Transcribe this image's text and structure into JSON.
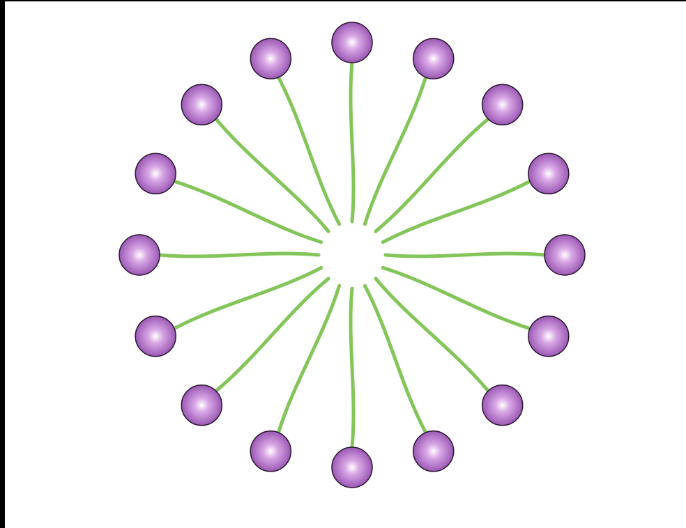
{
  "diagram": {
    "type": "micelle",
    "molecule_count": 16,
    "colors": {
      "background": "#ffffff",
      "frame": "#000000",
      "head_light": "#ffffff",
      "head_mid": "#d9a7e6",
      "head_dark": "#9a58b3",
      "head_outline": "#2b1733",
      "tail": "#84c55a"
    },
    "parts": {
      "head": "hydrophilic-head",
      "tail": "hydrophobic-tail",
      "core": "hydrophobic-core"
    }
  }
}
